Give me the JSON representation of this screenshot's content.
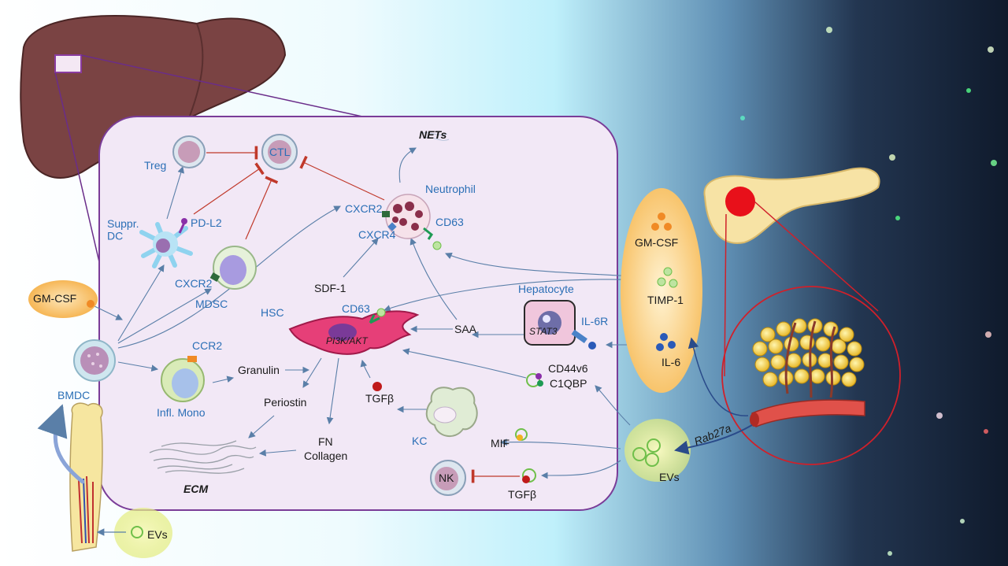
{
  "labels": {
    "nets": "NETs",
    "neutrophil": "Neutrophil",
    "cxcr2_neutro": "CXCR2",
    "cxcr4": "CXCR4",
    "cd63_neutro": "CD63",
    "treg": "Treg",
    "ctl": "CTL",
    "suppr_dc": "Suppr.\nDC",
    "pd_l2": "PD-L2",
    "cxcr2_mdsc": "CXCR2",
    "mdsc": "MDSC",
    "gm_csf_left": "GM-CSF",
    "bmdc": "BMDC",
    "ccr2": "CCR2",
    "infl_mono": "Infl. Mono",
    "granulin": "Granulin",
    "periostin": "Periostin",
    "fn": "FN",
    "collagen": "Collagen",
    "ecm": "ECM",
    "hsc": "HSC",
    "sdf1": "SDF-1",
    "cd63_hsc": "CD63",
    "pi3k_akt": "PI3K/AKT",
    "tgfb_1": "TGFβ",
    "saa": "SAA",
    "hepatocyte": "Hepatocyte",
    "stat3": "STAT3",
    "il6r": "IL-6R",
    "cd44v6": "CD44v6",
    "c1qbp": "C1QBP",
    "kc": "KC",
    "mif": "MIF",
    "nk": "NK",
    "tgfb_2": "TGFβ",
    "gm_csf_right": "GM-CSF",
    "timp1": "TIMP-1",
    "il6": "IL-6",
    "evs_right": "EVs",
    "rab27a": "Rab27a",
    "evs_bottom": "EVs"
  },
  "colors": {
    "panel_fill": "#f2e8f6",
    "panel_border": "#7a3c98",
    "label_blue": "#2b6fb6",
    "inhibit_red": "#c0392b",
    "liver": "#7a4343",
    "pancreas": "#f7e3a5",
    "tumor": "#e8101a",
    "hsc_pink": "#e63f78",
    "ev_yellow": "#eef39a",
    "cytokine_orange": "#f7b64a"
  },
  "icons": [
    "liver-icon",
    "pancreas-icon",
    "tumor-icon",
    "blood-vessel-icon",
    "bone-icon",
    "treg-cell-icon",
    "ctl-cell-icon",
    "dendritic-cell-icon",
    "mdsc-cell-icon",
    "neutrophil-cell-icon",
    "bmdc-cell-icon",
    "monocyte-cell-icon",
    "hsc-cell-icon",
    "hepatocyte-cell-icon",
    "kupffer-cell-icon",
    "nk-cell-icon",
    "ecm-fibers-icon",
    "ev-icon"
  ]
}
